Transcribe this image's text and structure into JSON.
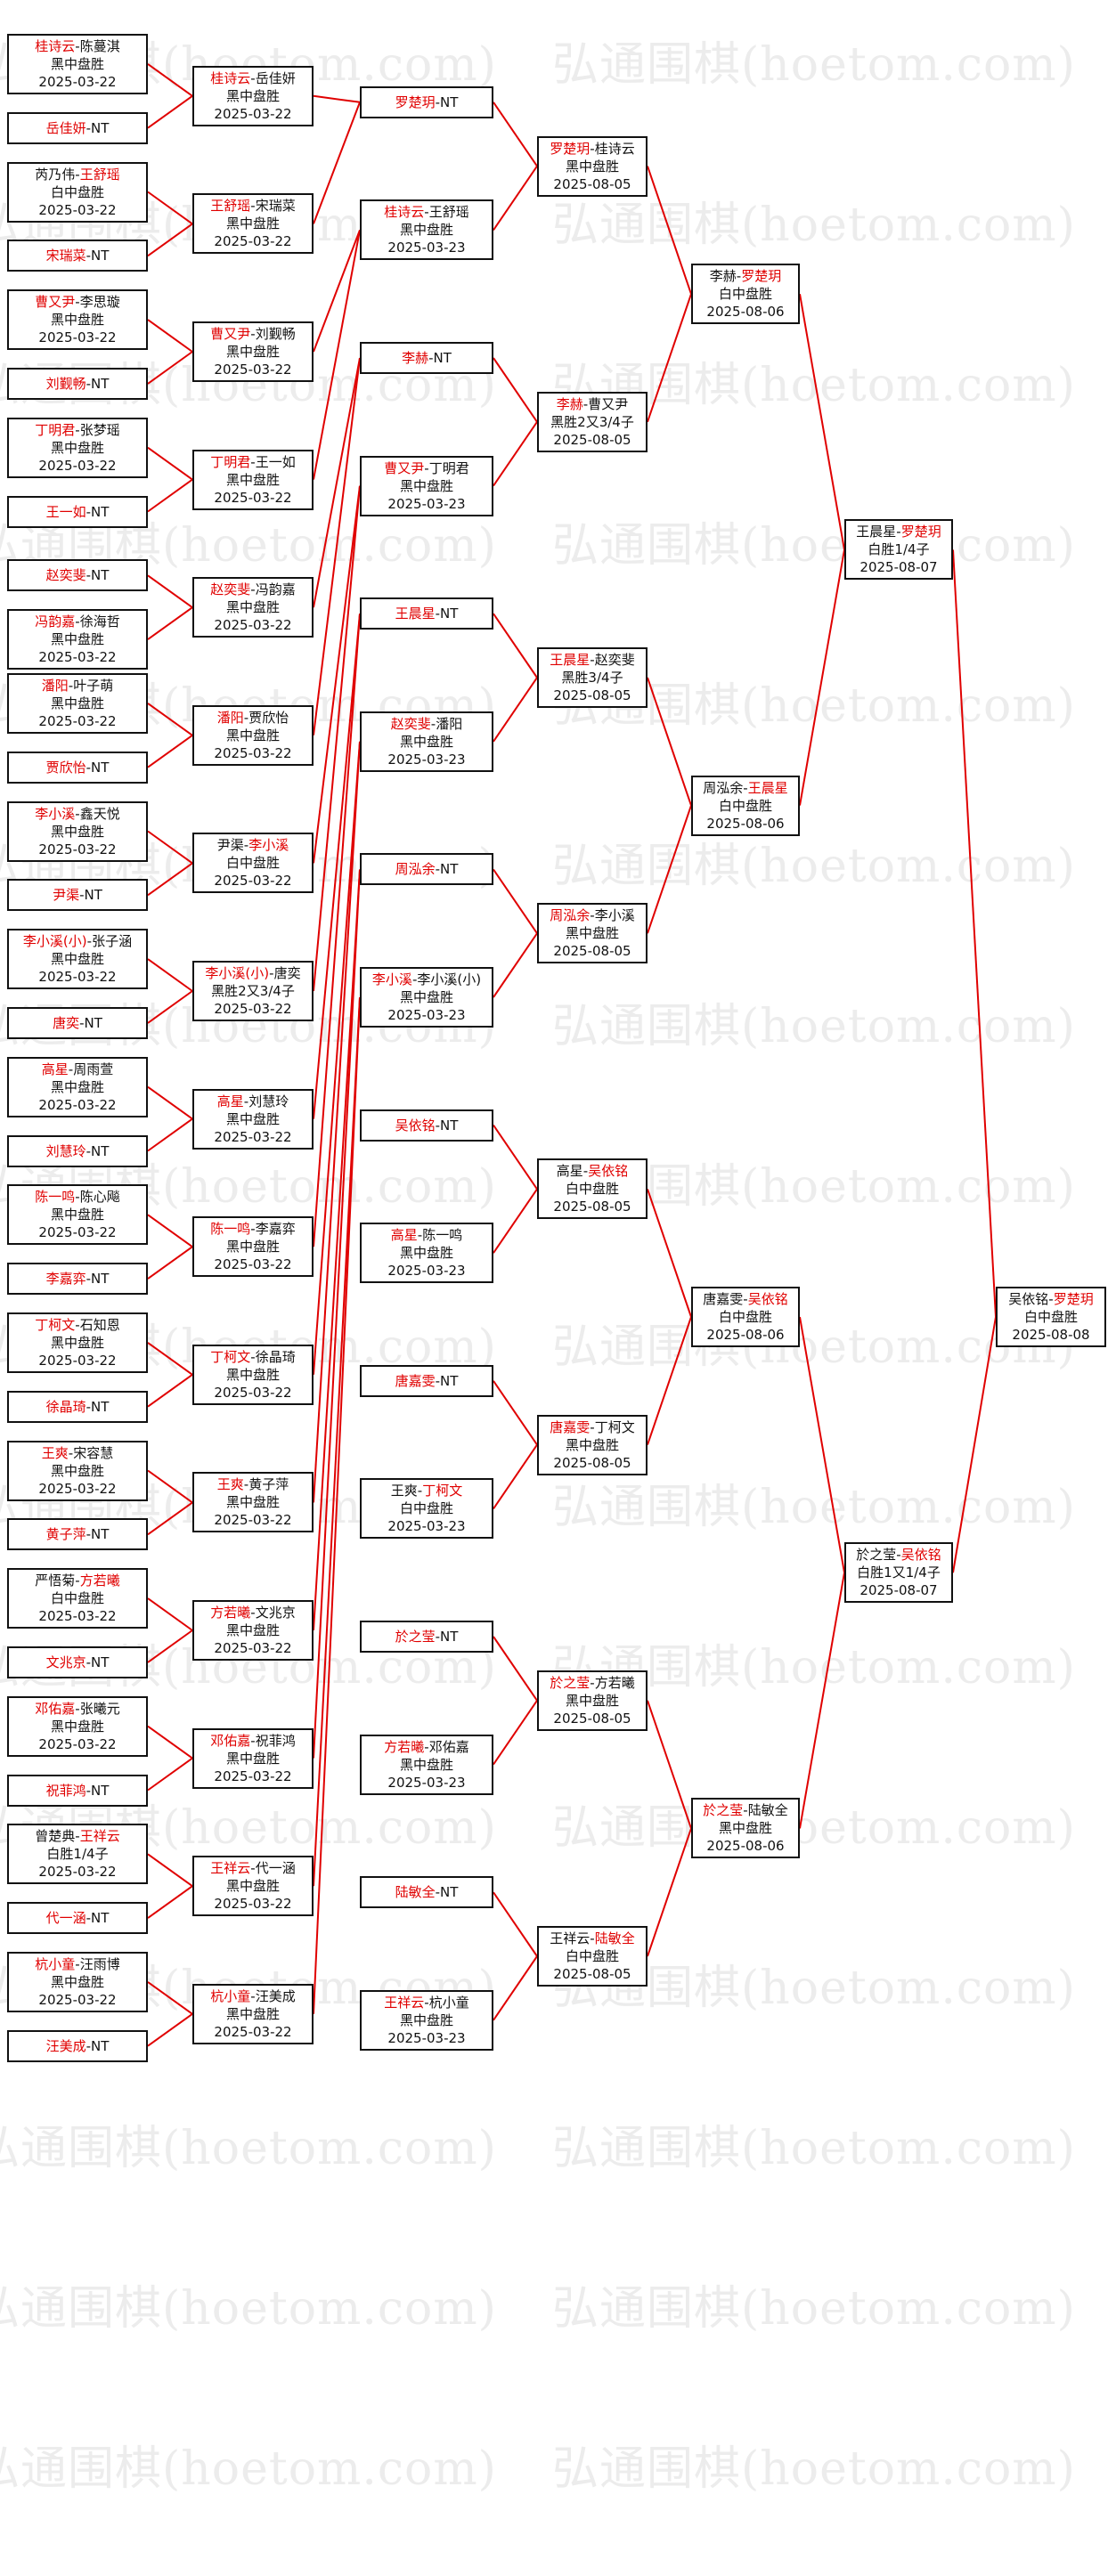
{
  "watermark": "弘通围棋(hoetom.com)",
  "colors": {
    "line": "#e00000",
    "winner": "#e00000",
    "border": "#111111"
  },
  "rounds": [
    {
      "name": "r1",
      "matches": [
        {
          "a": "桂诗云",
          "b": "陈蔓淇",
          "w": "a",
          "res": "黑中盘胜",
          "date": "2025-03-22"
        },
        {
          "a": "岳佳妍",
          "b": "NT",
          "w": "a",
          "res": "",
          "date": ""
        },
        {
          "a": "芮乃伟",
          "b": "王舒瑶",
          "w": "b",
          "res": "白中盘胜",
          "date": "2025-03-22"
        },
        {
          "a": "宋瑞菜",
          "b": "NT",
          "w": "a",
          "res": "",
          "date": ""
        },
        {
          "a": "曹又尹",
          "b": "李思璇",
          "w": "a",
          "res": "黑中盘胜",
          "date": "2025-03-22"
        },
        {
          "a": "刘觐畅",
          "b": "NT",
          "w": "a",
          "res": "",
          "date": ""
        },
        {
          "a": "丁明君",
          "b": "张梦瑶",
          "w": "a",
          "res": "黑中盘胜",
          "date": "2025-03-22"
        },
        {
          "a": "王一如",
          "b": "NT",
          "w": "a",
          "res": "",
          "date": ""
        },
        {
          "a": "赵奕斐",
          "b": "NT",
          "w": "a",
          "res": "",
          "date": ""
        },
        {
          "a": "冯韵嘉",
          "b": "徐海哲",
          "w": "a",
          "res": "黑中盘胜",
          "date": "2025-03-22"
        },
        {
          "a": "潘阳",
          "b": "叶子萌",
          "w": "a",
          "res": "黑中盘胜",
          "date": "2025-03-22"
        },
        {
          "a": "贾欣怡",
          "b": "NT",
          "w": "a",
          "res": "",
          "date": ""
        },
        {
          "a": "李小溪",
          "b": "鑫天悦",
          "w": "a",
          "res": "黑中盘胜",
          "date": "2025-03-22"
        },
        {
          "a": "尹渠",
          "b": "NT",
          "w": "a",
          "res": "",
          "date": ""
        },
        {
          "a": "李小溪(小)",
          "b": "张子涵",
          "w": "a",
          "res": "黑中盘胜",
          "date": "2025-03-22"
        },
        {
          "a": "唐奕",
          "b": "NT",
          "w": "a",
          "res": "",
          "date": ""
        },
        {
          "a": "高星",
          "b": "周雨萱",
          "w": "a",
          "res": "黑中盘胜",
          "date": "2025-03-22"
        },
        {
          "a": "刘慧玲",
          "b": "NT",
          "w": "a",
          "res": "",
          "date": ""
        },
        {
          "a": "陈一鸣",
          "b": "陈心飚",
          "w": "a",
          "res": "黑中盘胜",
          "date": "2025-03-22"
        },
        {
          "a": "李嘉弈",
          "b": "NT",
          "w": "a",
          "res": "",
          "date": ""
        },
        {
          "a": "丁柯文",
          "b": "石知恩",
          "w": "a",
          "res": "黑中盘胜",
          "date": "2025-03-22"
        },
        {
          "a": "徐晶琦",
          "b": "NT",
          "w": "a",
          "res": "",
          "date": ""
        },
        {
          "a": "王爽",
          "b": "宋容慧",
          "w": "a",
          "res": "黑中盘胜",
          "date": "2025-03-22"
        },
        {
          "a": "黄子萍",
          "b": "NT",
          "w": "a",
          "res": "",
          "date": ""
        },
        {
          "a": "严悟菊",
          "b": "方若曦",
          "w": "b",
          "res": "白中盘胜",
          "date": "2025-03-22"
        },
        {
          "a": "文兆京",
          "b": "NT",
          "w": "a",
          "res": "",
          "date": ""
        },
        {
          "a": "邓佑嘉",
          "b": "张曦元",
          "w": "a",
          "res": "黑中盘胜",
          "date": "2025-03-22"
        },
        {
          "a": "祝菲鸿",
          "b": "NT",
          "w": "a",
          "res": "",
          "date": ""
        },
        {
          "a": "曾楚典",
          "b": "王祥云",
          "w": "b",
          "res": "白胜1/4子",
          "date": "2025-03-22"
        },
        {
          "a": "代一涵",
          "b": "NT",
          "w": "a",
          "res": "",
          "date": ""
        },
        {
          "a": "杭小童",
          "b": "汪雨博",
          "w": "a",
          "res": "黑中盘胜",
          "date": "2025-03-22"
        },
        {
          "a": "汪美成",
          "b": "NT",
          "w": "a",
          "res": "",
          "date": ""
        }
      ]
    },
    {
      "name": "r2",
      "matches": [
        {
          "a": "桂诗云",
          "b": "岳佳妍",
          "w": "a",
          "res": "黑中盘胜",
          "date": "2025-03-22"
        },
        {
          "a": "王舒瑶",
          "b": "宋瑞菜",
          "w": "a",
          "res": "黑中盘胜",
          "date": "2025-03-22"
        },
        {
          "a": "曹又尹",
          "b": "刘觐畅",
          "w": "a",
          "res": "黑中盘胜",
          "date": "2025-03-22"
        },
        {
          "a": "丁明君",
          "b": "王一如",
          "w": "a",
          "res": "黑中盘胜",
          "date": "2025-03-22"
        },
        {
          "a": "赵奕斐",
          "b": "冯韵嘉",
          "w": "a",
          "res": "黑中盘胜",
          "date": "2025-03-22"
        },
        {
          "a": "潘阳",
          "b": "贾欣怡",
          "w": "a",
          "res": "黑中盘胜",
          "date": "2025-03-22"
        },
        {
          "a": "尹渠",
          "b": "李小溪",
          "w": "b",
          "res": "白中盘胜",
          "date": "2025-03-22"
        },
        {
          "a": "李小溪(小)",
          "b": "唐奕",
          "w": "a",
          "res": "黑胜2又3/4子",
          "date": "2025-03-22"
        },
        {
          "a": "高星",
          "b": "刘慧玲",
          "w": "a",
          "res": "黑中盘胜",
          "date": "2025-03-22"
        },
        {
          "a": "陈一鸣",
          "b": "李嘉弈",
          "w": "a",
          "res": "黑中盘胜",
          "date": "2025-03-22"
        },
        {
          "a": "丁柯文",
          "b": "徐晶琦",
          "w": "a",
          "res": "黑中盘胜",
          "date": "2025-03-22"
        },
        {
          "a": "王爽",
          "b": "黄子萍",
          "w": "a",
          "res": "黑中盘胜",
          "date": "2025-03-22"
        },
        {
          "a": "方若曦",
          "b": "文兆京",
          "w": "a",
          "res": "黑中盘胜",
          "date": "2025-03-22"
        },
        {
          "a": "邓佑嘉",
          "b": "祝菲鸿",
          "w": "a",
          "res": "黑中盘胜",
          "date": "2025-03-22"
        },
        {
          "a": "王祥云",
          "b": "代一涵",
          "w": "a",
          "res": "黑中盘胜",
          "date": "2025-03-22"
        },
        {
          "a": "杭小童",
          "b": "汪美成",
          "w": "a",
          "res": "黑中盘胜",
          "date": "2025-03-22"
        }
      ]
    },
    {
      "name": "r3",
      "matches": [
        {
          "a": "罗楚玥",
          "b": "NT",
          "w": "a",
          "res": "",
          "date": ""
        },
        {
          "a": "桂诗云",
          "b": "王舒瑶",
          "w": "a",
          "res": "黑中盘胜",
          "date": "2025-03-23"
        },
        {
          "a": "李赫",
          "b": "NT",
          "w": "a",
          "res": "",
          "date": ""
        },
        {
          "a": "曹又尹",
          "b": "丁明君",
          "w": "a",
          "res": "黑中盘胜",
          "date": "2025-03-23"
        },
        {
          "a": "王晨星",
          "b": "NT",
          "w": "a",
          "res": "",
          "date": ""
        },
        {
          "a": "赵奕斐",
          "b": "潘阳",
          "w": "a",
          "res": "黑中盘胜",
          "date": "2025-03-23"
        },
        {
          "a": "周泓余",
          "b": "NT",
          "w": "a",
          "res": "",
          "date": ""
        },
        {
          "a": "李小溪",
          "b": "李小溪(小)",
          "w": "a",
          "res": "黑中盘胜",
          "date": "2025-03-23"
        },
        {
          "a": "吴依铭",
          "b": "NT",
          "w": "a",
          "res": "",
          "date": ""
        },
        {
          "a": "高星",
          "b": "陈一鸣",
          "w": "a",
          "res": "黑中盘胜",
          "date": "2025-03-23"
        },
        {
          "a": "唐嘉雯",
          "b": "NT",
          "w": "a",
          "res": "",
          "date": ""
        },
        {
          "a": "王爽",
          "b": "丁柯文",
          "w": "b",
          "res": "白中盘胜",
          "date": "2025-03-23"
        },
        {
          "a": "於之莹",
          "b": "NT",
          "w": "a",
          "res": "",
          "date": ""
        },
        {
          "a": "方若曦",
          "b": "邓佑嘉",
          "w": "a",
          "res": "黑中盘胜",
          "date": "2025-03-23"
        },
        {
          "a": "陆敏全",
          "b": "NT",
          "w": "a",
          "res": "",
          "date": ""
        },
        {
          "a": "王祥云",
          "b": "杭小童",
          "w": "a",
          "res": "黑中盘胜",
          "date": "2025-03-23"
        }
      ]
    },
    {
      "name": "r4",
      "matches": [
        {
          "a": "罗楚玥",
          "b": "桂诗云",
          "w": "a",
          "res": "黑中盘胜",
          "date": "2025-08-05"
        },
        {
          "a": "李赫",
          "b": "曹又尹",
          "w": "a",
          "res": "黑胜2又3/4子",
          "date": "2025-08-05"
        },
        {
          "a": "王晨星",
          "b": "赵奕斐",
          "w": "a",
          "res": "黑胜3/4子",
          "date": "2025-08-05"
        },
        {
          "a": "周泓余",
          "b": "李小溪",
          "w": "a",
          "res": "黑中盘胜",
          "date": "2025-08-05"
        },
        {
          "a": "高星",
          "b": "吴依铭",
          "w": "b",
          "res": "白中盘胜",
          "date": "2025-08-05"
        },
        {
          "a": "唐嘉雯",
          "b": "丁柯文",
          "w": "a",
          "res": "黑中盘胜",
          "date": "2025-08-05"
        },
        {
          "a": "於之莹",
          "b": "方若曦",
          "w": "a",
          "res": "黑中盘胜",
          "date": "2025-08-05"
        },
        {
          "a": "王祥云",
          "b": "陆敏全",
          "w": "b",
          "res": "白中盘胜",
          "date": "2025-08-05"
        }
      ]
    },
    {
      "name": "r5",
      "matches": [
        {
          "a": "李赫",
          "b": "罗楚玥",
          "w": "b",
          "res": "白中盘胜",
          "date": "2025-08-06"
        },
        {
          "a": "周泓余",
          "b": "王晨星",
          "w": "b",
          "res": "白中盘胜",
          "date": "2025-08-06"
        },
        {
          "a": "唐嘉雯",
          "b": "吴依铭",
          "w": "b",
          "res": "白中盘胜",
          "date": "2025-08-06"
        },
        {
          "a": "於之莹",
          "b": "陆敏全",
          "w": "a",
          "res": "黑中盘胜",
          "date": "2025-08-06"
        }
      ]
    },
    {
      "name": "r6",
      "matches": [
        {
          "a": "王晨星",
          "b": "罗楚玥",
          "w": "b",
          "res": "白胜1/4子",
          "date": "2025-08-07"
        },
        {
          "a": "於之莹",
          "b": "吴依铭",
          "w": "b",
          "res": "白胜1又1/4子",
          "date": "2025-08-07"
        }
      ]
    },
    {
      "name": "r7",
      "matches": [
        {
          "a": "吴依铭",
          "b": "罗楚玥",
          "w": "b",
          "res": "白中盘胜",
          "date": "2025-08-08"
        }
      ]
    }
  ]
}
